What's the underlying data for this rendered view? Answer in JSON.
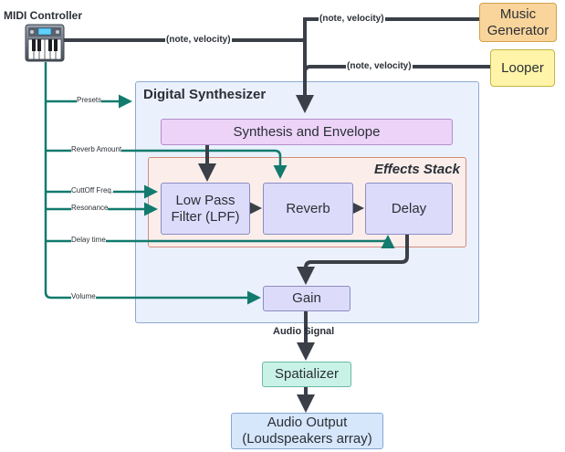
{
  "colors": {
    "midi_line": "#127a6e",
    "main_line": "#3a3f48",
    "synth_fill": "#eaf1fc",
    "synth_border": "#8ea9cf",
    "effects_fill": "#fbeeea",
    "effects_border": "#d28a7c",
    "node_fill": "#dcdbfa",
    "node_border": "#8d8bc4",
    "envelope_fill": "#ecd3f7",
    "envelope_border": "#b58ccb",
    "music_fill": "#f9d59b",
    "music_border": "#d2a14c",
    "looper_fill": "#fff4a8",
    "looper_border": "#c9b34a",
    "spatializer_fill": "#c9f2e6",
    "spatializer_border": "#6bb8a4",
    "output_fill": "#d6e6fb",
    "output_border": "#86a7d2"
  },
  "nodes": {
    "midi_controller": {
      "label": "MIDI Controller",
      "icon": "keyboard-icon"
    },
    "music_generator": {
      "label": "Music\nGenerator"
    },
    "looper": {
      "label": "Looper"
    },
    "digital_synthesizer": {
      "label": "Digital Synthesizer"
    },
    "synthesis_envelope": {
      "label": "Synthesis and Envelope"
    },
    "effects_stack": {
      "label": "Effects Stack"
    },
    "lpf": {
      "label": "Low Pass\nFilter (LPF)"
    },
    "reverb": {
      "label": "Reverb"
    },
    "delay": {
      "label": "Delay"
    },
    "gain": {
      "label": "Gain"
    },
    "spatializer": {
      "label": "Spatializer"
    },
    "audio_output": {
      "label": "Audio Output\n(Loudspeakers array)"
    }
  },
  "edge_labels": {
    "midi_note_velocity": "(note, velocity)",
    "music_note_velocity": "(note, velocity)",
    "looper_note_velocity": "(note, velocity)",
    "presets": "Presets",
    "reverb_amount": "Reverb Amount",
    "cutoff_freq": "CuttOff Freq.",
    "resonance": "Resonance",
    "delay_time": "Delay time",
    "volume": "Volume",
    "audio_signal": "Audio Signal"
  }
}
